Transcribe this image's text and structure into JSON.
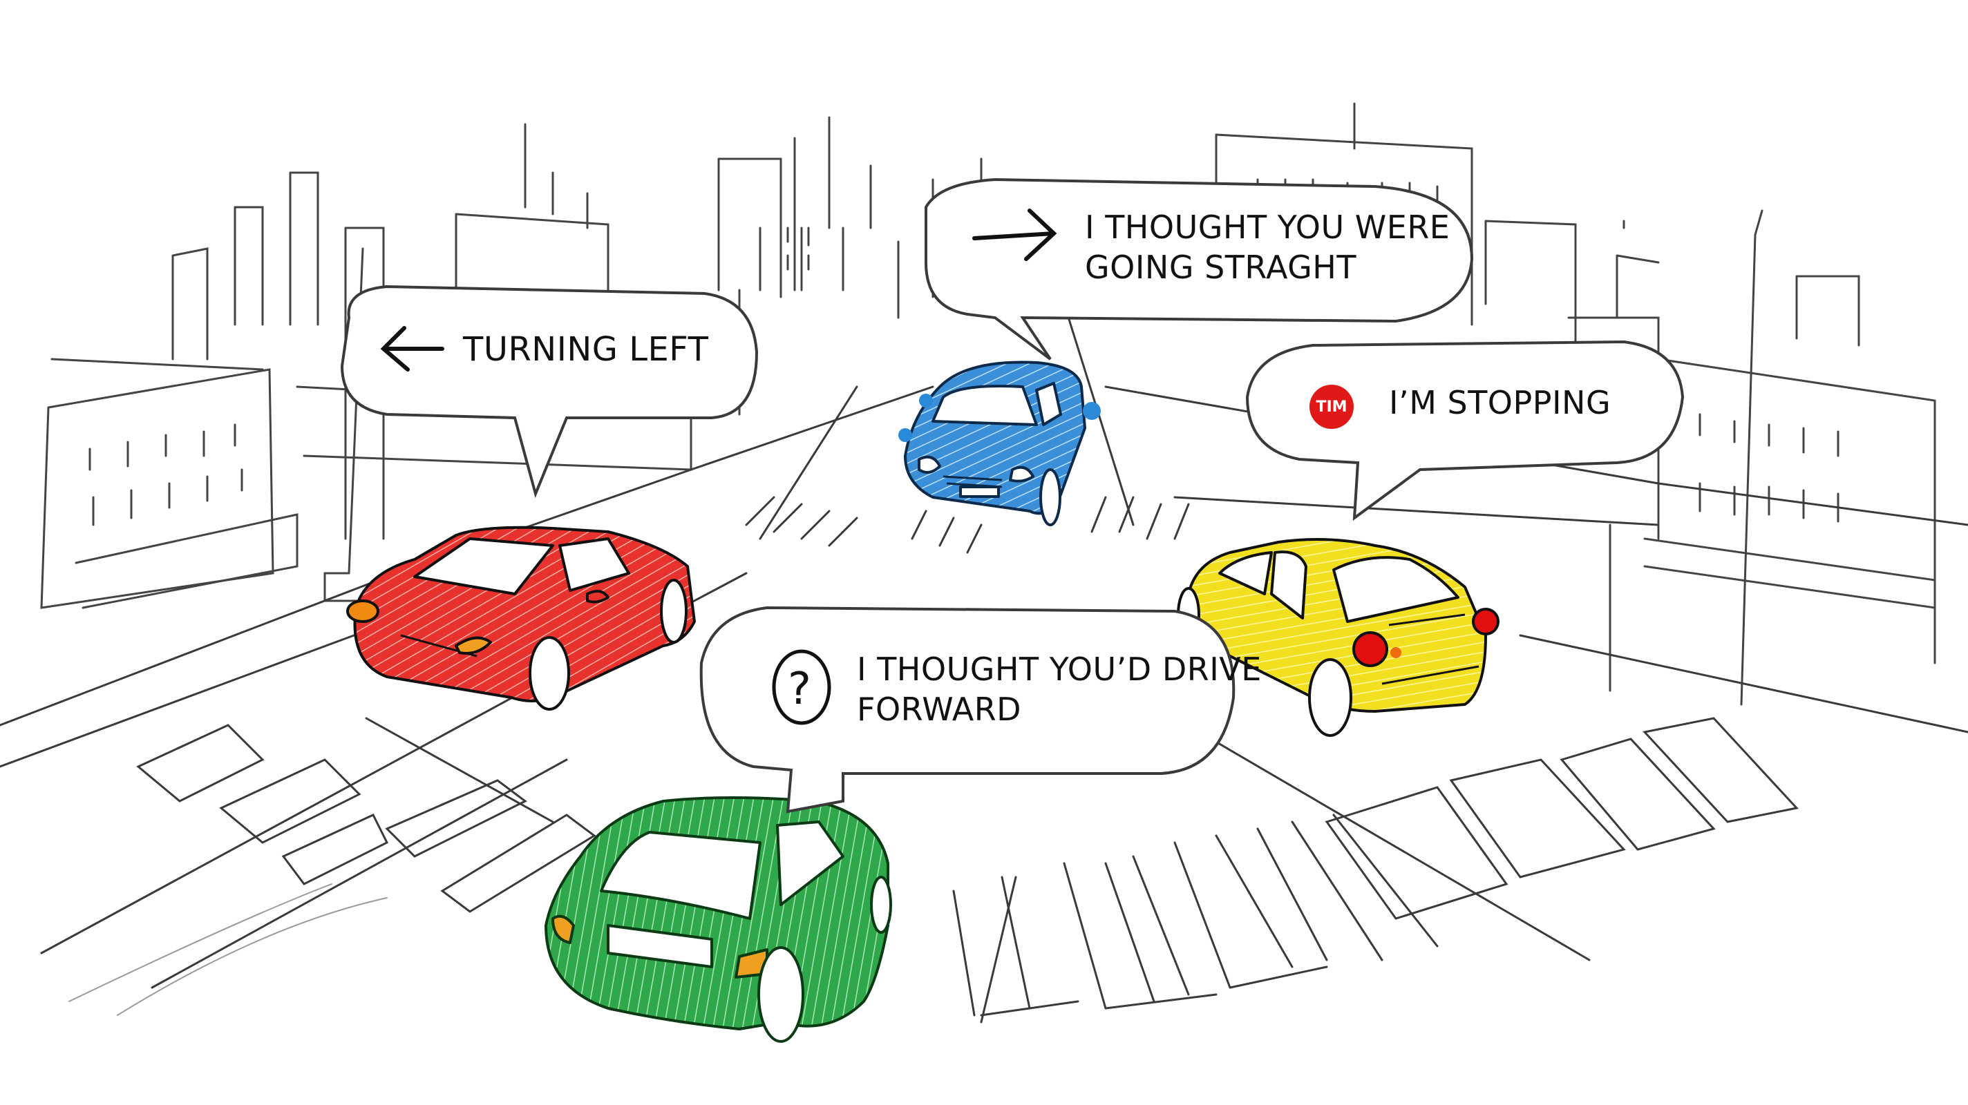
{
  "scene": {
    "description": "Hand-drawn sketch of a four-way city intersection with four colored cars and speech bubbles",
    "background": "#ffffff",
    "line_color": "#3a3a3a"
  },
  "bubbles": [
    {
      "id": "red-car-bubble",
      "icon": "arrow-left-icon",
      "text": "TURNING LEFT",
      "lines": [
        "TURNING LEFT"
      ]
    },
    {
      "id": "blue-car-bubble",
      "icon": "arrow-right-icon",
      "text": "I THOUGHT YOU WERE GOING STRAGHT",
      "lines": [
        "I THOUGHT YOU WERE",
        "GOING STRAGHT"
      ]
    },
    {
      "id": "yellow-car-bubble",
      "icon": "tim-badge-icon",
      "badge_label": "TIM",
      "badge_color": "#e01818",
      "text": "I’M STOPPING",
      "lines": [
        "I’M STOPPING"
      ]
    },
    {
      "id": "green-car-bubble",
      "icon": "question-circle-icon",
      "text": "I THOUGHT YOU’D DRIVE FORWARD",
      "lines": [
        "I THOUGHT YOU’D DRIVE",
        "FORWARD"
      ]
    }
  ],
  "cars": [
    {
      "id": "red-car",
      "color": "#e8322e",
      "view": "front-three-quarter",
      "lights": "#f08a10"
    },
    {
      "id": "blue-car",
      "color": "#3a8fd8",
      "view": "front",
      "lights": "#ffffff"
    },
    {
      "id": "yellow-car",
      "color": "#f2e020",
      "view": "rear-three-quarter",
      "lights": "#e01010"
    },
    {
      "id": "green-car",
      "color": "#2ea84a",
      "view": "rear",
      "lights": "#f0a020"
    }
  ]
}
